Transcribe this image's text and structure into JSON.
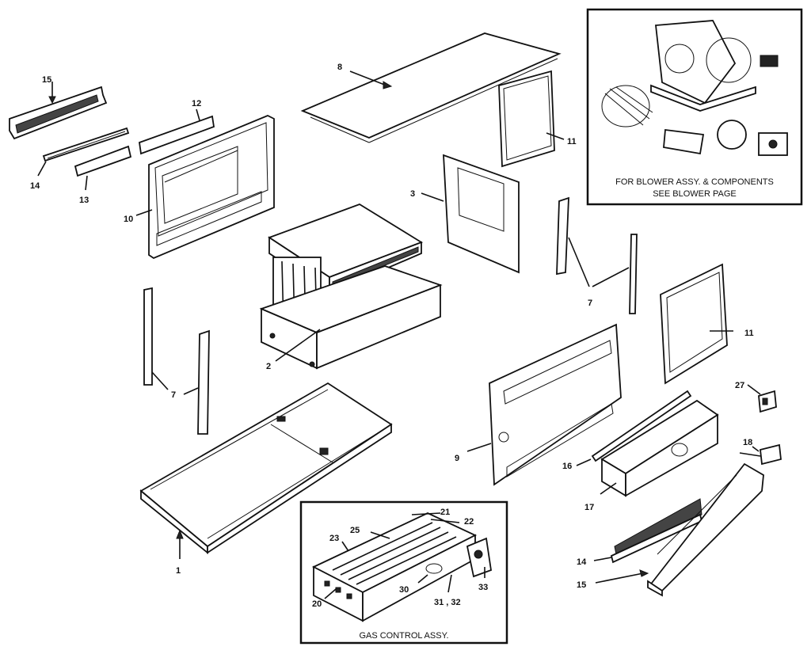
{
  "labels": {
    "l1": "1",
    "l2": "2",
    "l3": "3",
    "l7a": "7",
    "l7b": "7",
    "l8": "8",
    "l9": "9",
    "l10": "10",
    "l11a": "11",
    "l11b": "11",
    "l12": "12",
    "l13": "13",
    "l14a": "14",
    "l14b": "14",
    "l15a": "15",
    "l15b": "15",
    "l16": "16",
    "l17": "17",
    "l18": "18",
    "l20": "20",
    "l21": "21",
    "l22": "22",
    "l23": "23",
    "l25": "25",
    "l27": "27",
    "l30": "30",
    "l31_32": "31 , 32",
    "l33": "33"
  },
  "blower_box": {
    "caption_line1": "FOR BLOWER ASSY. & COMPONENTS",
    "caption_line2": "SEE BLOWER PAGE"
  },
  "gas_box": {
    "caption": "GAS CONTROL ASSY."
  }
}
